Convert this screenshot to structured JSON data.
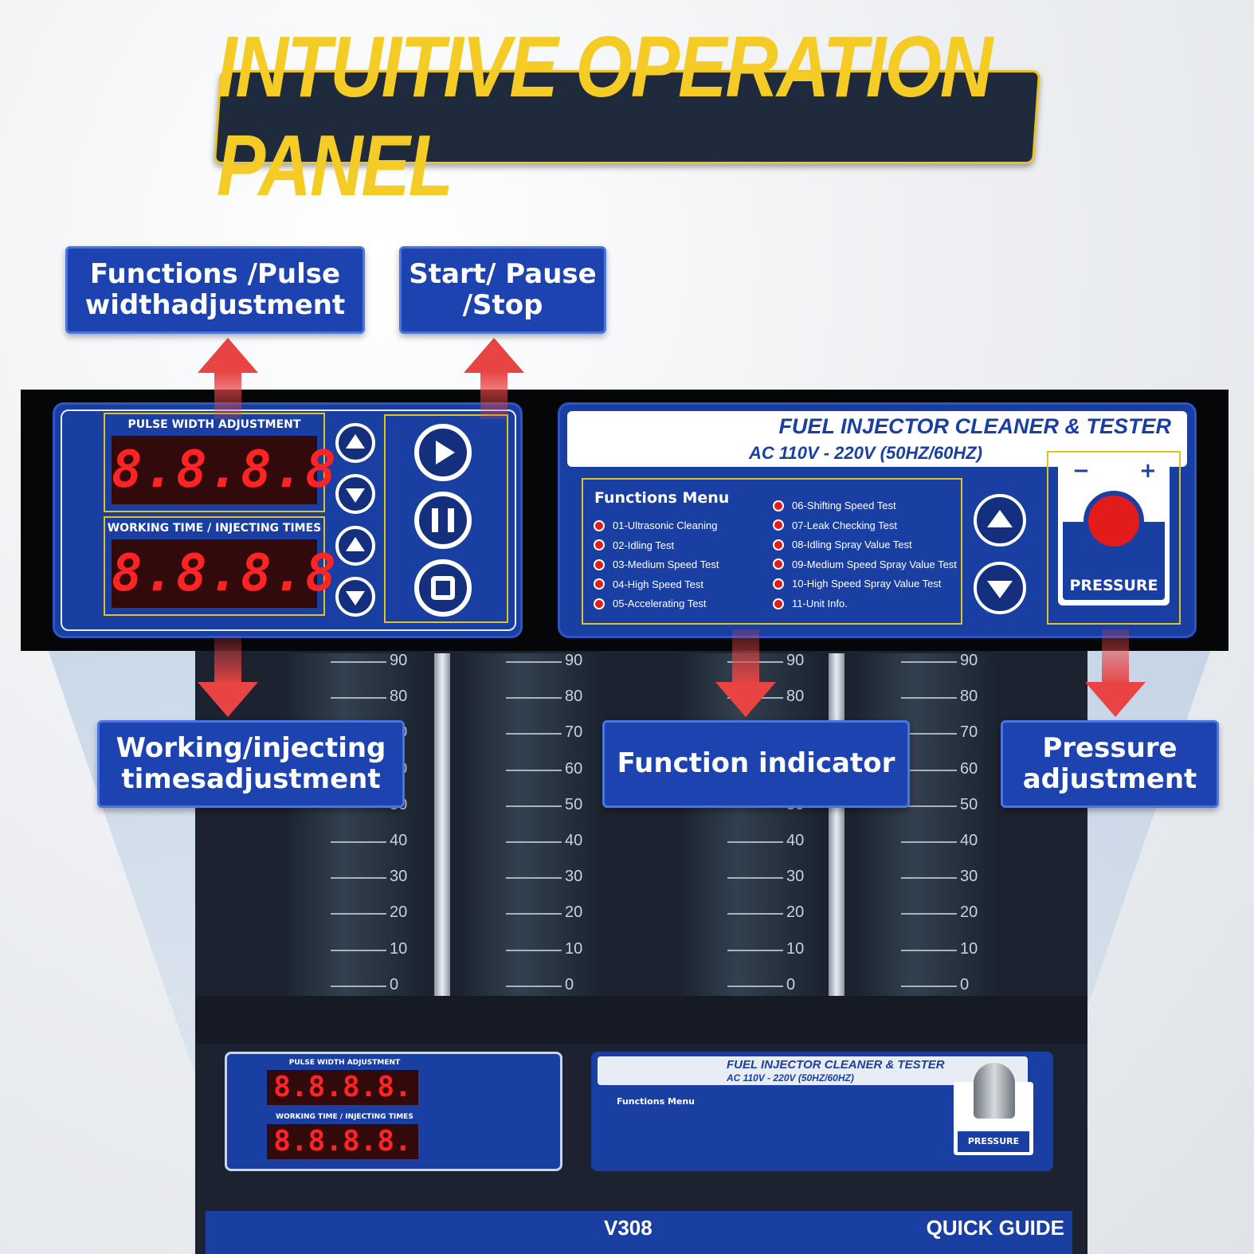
{
  "title": "INTUITIVE OPERATION PANEL",
  "callouts": {
    "pulse": "Functions /Pulse\nwidthadjustment",
    "start": "Start/ Pause\n/Stop",
    "working": "Working/injecting\ntimesadjustment",
    "function": "Function indicator",
    "pressure": "Pressure\nadjustment"
  },
  "panel": {
    "pulse_label": "PULSE WIDTH ADJUSTMENT",
    "working_label": "WORKING TIME / INJECTING TIMES",
    "display_value": "8.8.8.8.",
    "device_title": "FUEL INJECTOR CLEANER & TESTER",
    "voltage": "AC 110V - 220V (50HZ/60HZ)",
    "menu_title": "Functions Menu",
    "menu_left": [
      "01-Ultrasonic Cleaning",
      "02-Idling Test",
      "03-Medium Speed Test",
      "04-High Speed Test",
      "05-Accelerating Test"
    ],
    "menu_right": [
      "06-Shifting Speed Test",
      "07-Leak Checking Test",
      "08-Idling Spray Value Test",
      "09-Medium Speed Spray Value Test",
      "10-High Speed Spray Value Test",
      "11-Unit Info."
    ],
    "minus": "−",
    "plus": "+",
    "pressure": "PRESSURE"
  },
  "scale": [
    "90",
    "80",
    "70",
    "60",
    "50",
    "40",
    "30",
    "20",
    "10",
    "0"
  ],
  "bottom": {
    "model": "V308",
    "guide": "QUICK GUIDE"
  },
  "colors": {
    "accent_yellow": "#f5cc26",
    "panel_blue": "#1a3fa3",
    "led_red": "#ff2424",
    "arrow_red": "#e84444"
  }
}
